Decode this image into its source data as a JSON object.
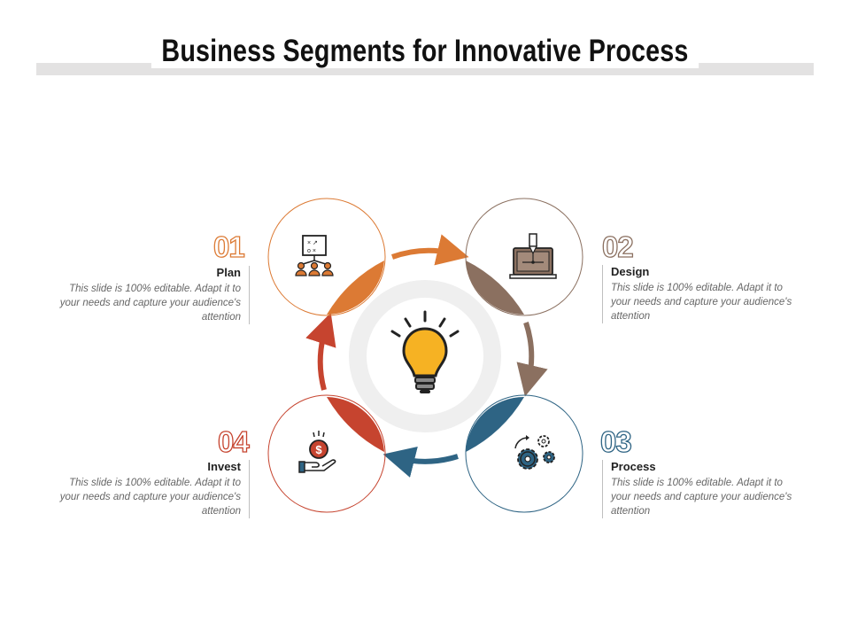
{
  "title": "Business Segments for Innovative Process",
  "colors": {
    "plan": "#dc7a34",
    "design": "#8b7060",
    "process": "#2e6484",
    "invest": "#c6442f",
    "bulb": "#f6b223",
    "ring": "#eeeeee"
  },
  "center_icon": "lightbulb-icon",
  "segments": [
    {
      "number": "01",
      "label": "Plan",
      "description": "This slide is 100% editable. Adapt it to your needs and capture your audience's attention",
      "icon": "strategy-board-team-icon"
    },
    {
      "number": "02",
      "label": "Design",
      "description": "This slide is 100% editable. Adapt it to your needs and capture your audience's attention",
      "icon": "laptop-design-pen-icon"
    },
    {
      "number": "03",
      "label": "Process",
      "description": "This slide is 100% editable. Adapt it to your needs and capture your audience's attention",
      "icon": "gears-icon"
    },
    {
      "number": "04",
      "label": "Invest",
      "description": "This slide is 100% editable. Adapt it to your needs and capture your audience's attention",
      "icon": "hand-dollar-coin-icon"
    }
  ]
}
